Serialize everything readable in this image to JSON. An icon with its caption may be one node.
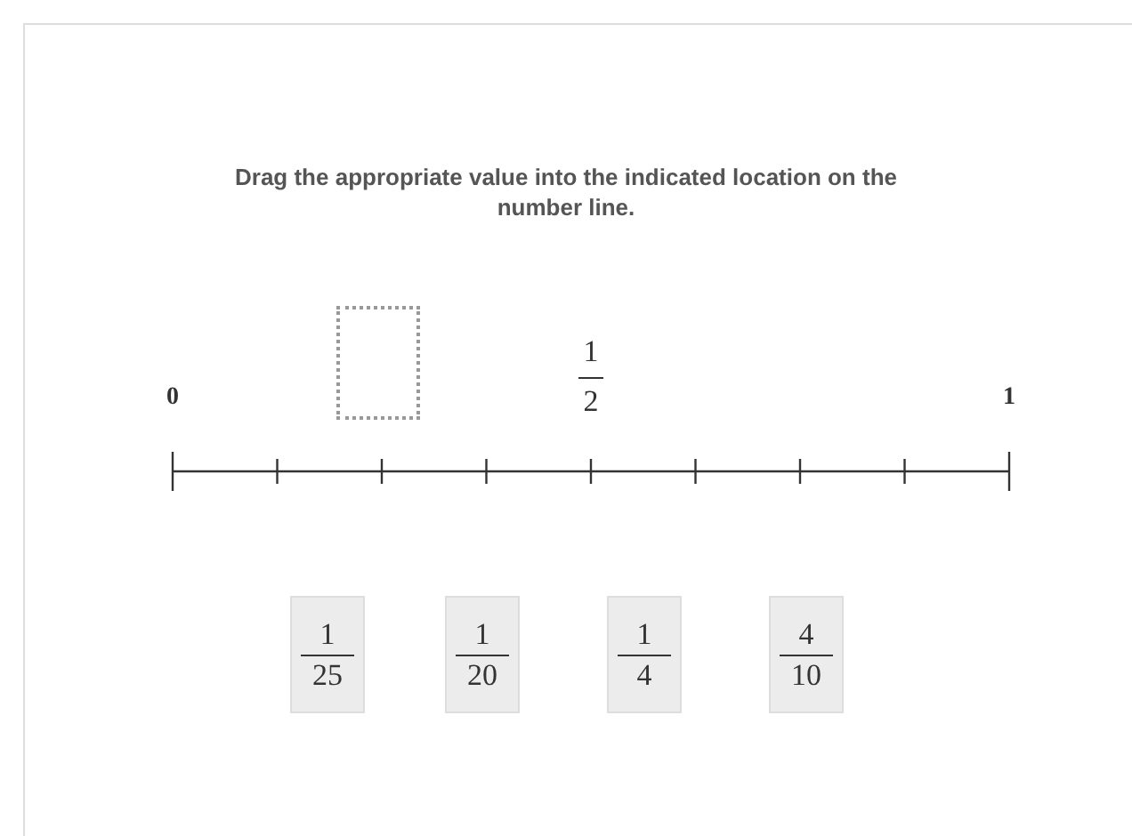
{
  "diagram": {
    "title": "Drag the appropriate value into the indicated location on the number line.",
    "nodes": [
      {
        "text": [],
        "shape": "box"
      },
      {
        "text": [
          "1",
          "25"
        ]
      },
      {
        "text": [
          "1",
          "20"
        ]
      },
      {
        "text": [
          "1",
          "4"
        ]
      },
      {
        "text": [
          "4",
          "10"
        ]
      }
    ],
    "labels": [
      "0",
      "1",
      "2",
      "1"
    ]
  }
}
